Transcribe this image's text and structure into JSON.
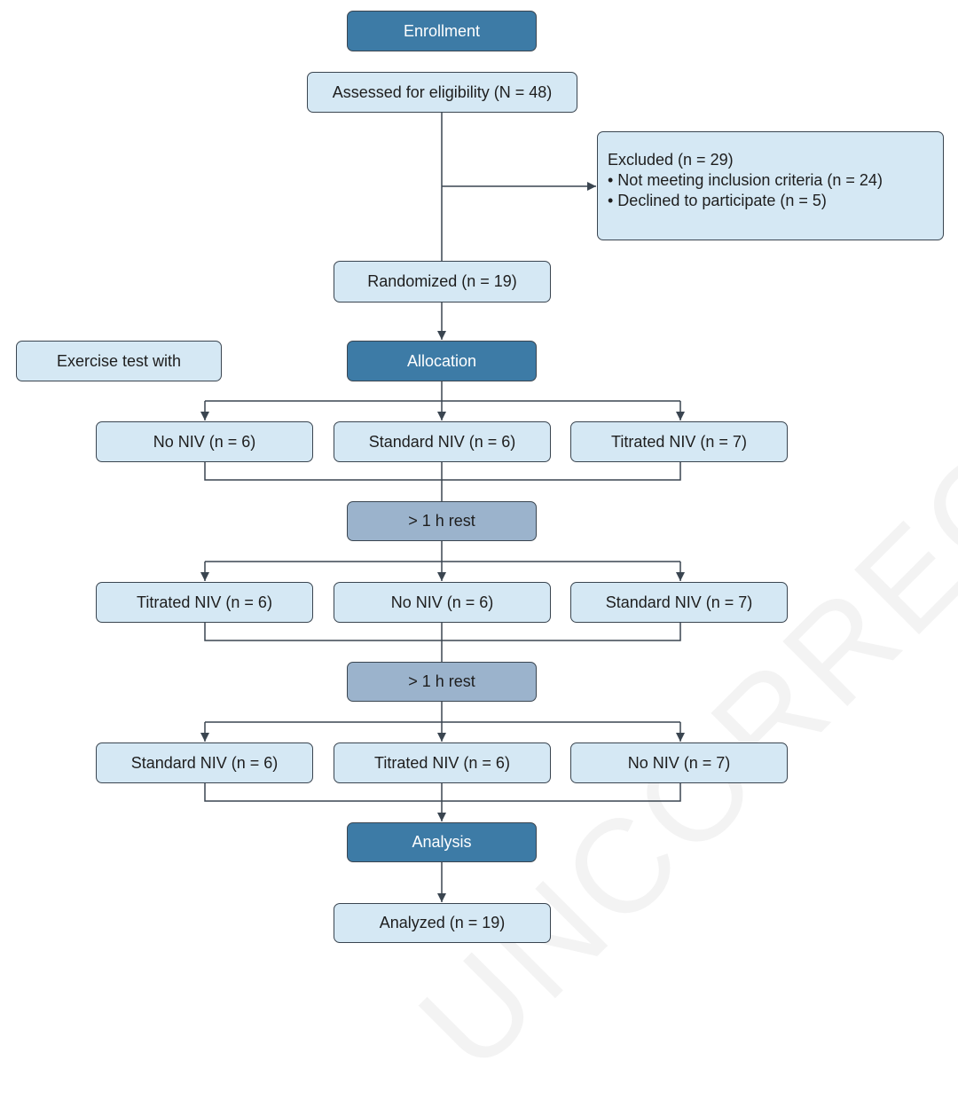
{
  "watermark": "UNCORRECTED PROOF",
  "enrollment": "Enrollment",
  "assessed": "Assessed for eligibility (N = 48)",
  "excluded": {
    "title": "Excluded (n = 29)",
    "items": [
      "• Not meeting inclusion criteria (n = 24)",
      "• Declined to participate (n = 5)"
    ]
  },
  "randomized": "Randomized (n = 19)",
  "exercise_test": "Exercise test with",
  "allocation": "Allocation",
  "round1": [
    "No NIV (n = 6)",
    "Standard NIV (n = 6)",
    "Titrated NIV (n = 7)"
  ],
  "rest1": "> 1 h rest",
  "round2": [
    "Titrated NIV (n = 6)",
    "No NIV (n = 6)",
    "Standard NIV (n = 7)"
  ],
  "rest2": "> 1 h rest",
  "round3": [
    "Standard NIV (n = 6)",
    "Titrated NIV (n = 6)",
    "No NIV (n = 7)"
  ],
  "analysis": "Analysis",
  "analyzed": "Analyzed (n = 19)",
  "colors": {
    "dark": "#3d7ba6",
    "light": "#d5e8f4",
    "mid": "#9bb3cc",
    "line": "#3a4550"
  }
}
